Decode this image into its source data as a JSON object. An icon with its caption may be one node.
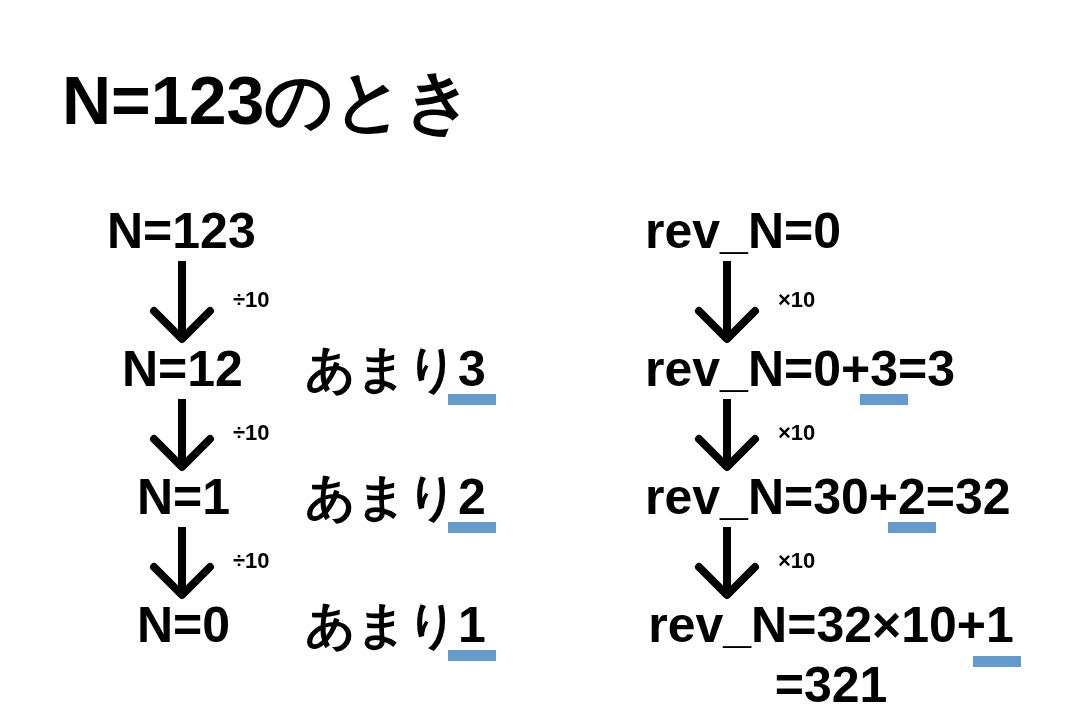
{
  "diagram": {
    "title": "N=123のとき",
    "nodes": [
      {
        "text": [
          "N=123"
        ]
      },
      {
        "text": [
          "N=12"
        ],
        "beside": [
          "あまり3"
        ]
      },
      {
        "text": [
          "N=1"
        ],
        "beside": [
          "あまり2"
        ]
      },
      {
        "text": [
          "N=0"
        ],
        "beside": [
          "あまり1"
        ]
      },
      {
        "text": [
          "rev_N=0"
        ]
      },
      {
        "text": [
          "rev_N=0+3=3"
        ]
      },
      {
        "text": [
          "rev_N=30+2=32"
        ]
      },
      {
        "text": [
          "rev_N=32×10+1 =321"
        ]
      }
    ],
    "edges": [
      {
        "from": 0,
        "to": 1,
        "arrow": "to",
        "label": "÷10"
      },
      {
        "from": 1,
        "to": 2,
        "arrow": "to",
        "label": "÷10"
      },
      {
        "from": 2,
        "to": 3,
        "arrow": "to",
        "label": "÷10"
      },
      {
        "from": 4,
        "to": 5,
        "arrow": "to",
        "label": "×10"
      },
      {
        "from": 5,
        "to": 6,
        "arrow": "to",
        "label": "×10"
      },
      {
        "from": 6,
        "to": 7,
        "arrow": "to",
        "label": "×10"
      }
    ]
  }
}
